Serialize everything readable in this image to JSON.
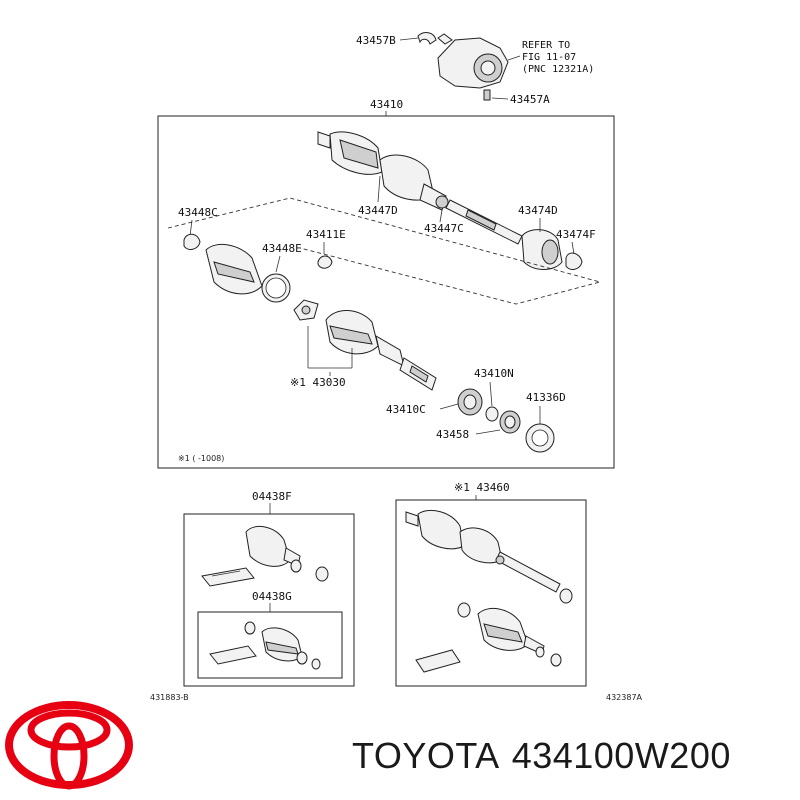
{
  "labels": {
    "p43457b": "43457B",
    "refer1": "REFER TO",
    "refer2": "FIG 11-07",
    "refer3": "(PNC 12321A)",
    "p43457a": "43457A",
    "p43410": "43410",
    "p43448c": "43448C",
    "p43447d": "43447D",
    "p43474d": "43474D",
    "p43448e": "43448E",
    "p43411e": "43411E",
    "p43447c": "43447C",
    "p43474f": "43474F",
    "p43030": "※1 43030",
    "p43410n": "43410N",
    "p41336d": "41336D",
    "p43410c": "43410C",
    "p43458": "43458",
    "note": "※1 (     -1008)",
    "p04438f": "04438F",
    "p04438g": "04438G",
    "p43460": "※1 43460",
    "fig_left": "431883-B",
    "fig_right": "432387A"
  },
  "brand": {
    "name": "TOYOTA",
    "part_number": "434100W200",
    "logo_color": "#e60012"
  }
}
